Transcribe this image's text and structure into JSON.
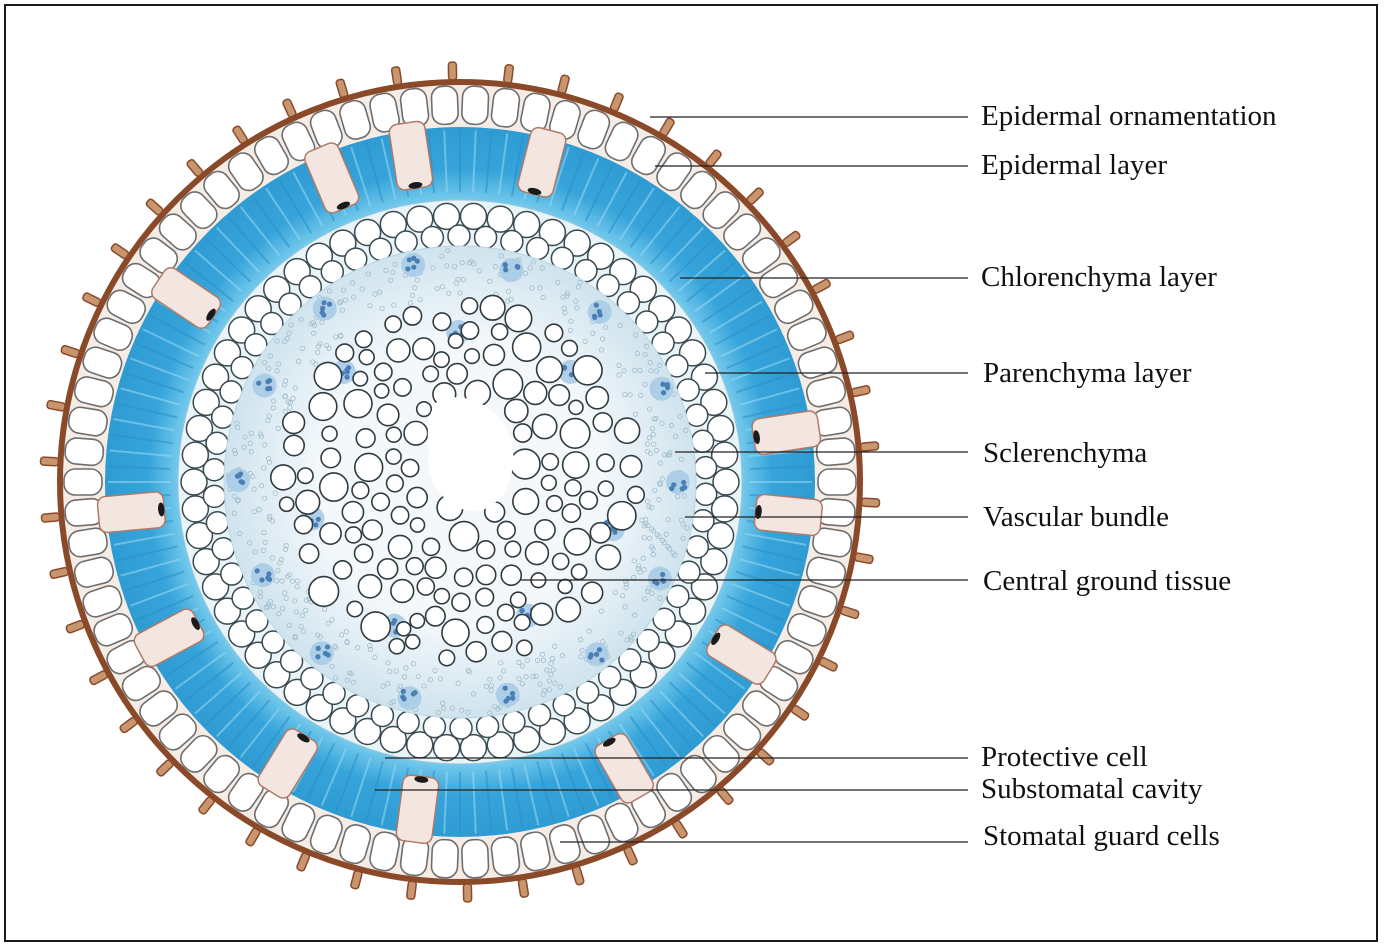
{
  "labels": {
    "epidermal_ornamentation": "Epidermal ornamentation",
    "epidermal_layer": "Epidermal layer",
    "chlorenchyma_layer": "Chlorenchyma layer",
    "parenchyma_layer": "Parenchyma layer",
    "sclerenchyma": "Sclerenchyma",
    "vascular_bundle": "Vascular bundle",
    "central_ground_tissue": "Central ground tissue",
    "protective_cell": "Protective cell",
    "substomatal_cavity": "Substomatal cavity",
    "stomatal_guard_cells": "Stomatal guard cells"
  },
  "colors": {
    "background": "#ffffff",
    "frame": "#1a1a1a",
    "cuticle": "#8a4a2a",
    "epidermal_cell_wall": "#6e6e6e",
    "chlorenchyma": "#3aa8dc",
    "sclerenchyma": "#dcecf3",
    "parenchyma_cell": "#ffffff",
    "vascular_bundle": "#5a8fc2",
    "leader_line": "#222222"
  }
}
